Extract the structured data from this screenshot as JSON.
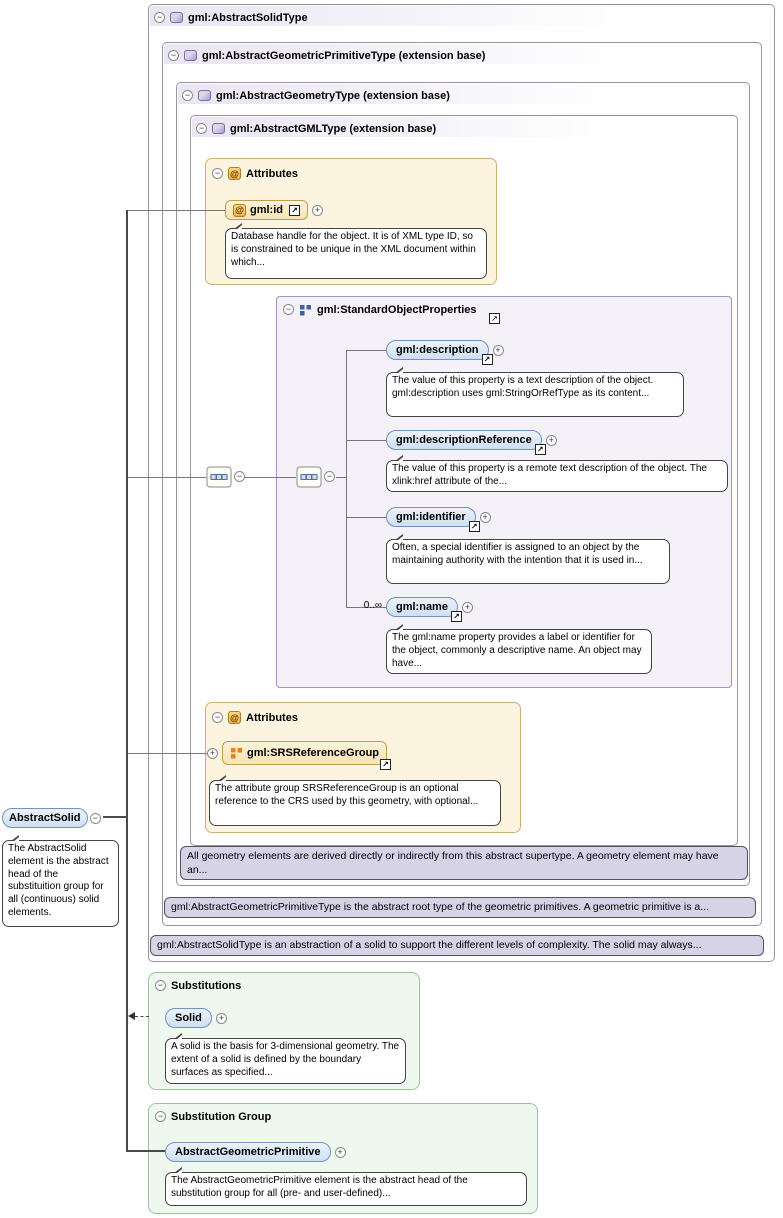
{
  "colors": {
    "element_fill": "#dbe7f6",
    "element_border": "#7392bd",
    "attr_fill": "#fdf4e0",
    "attr_border": "#cbb079",
    "doc_purple": "#d7d3e7",
    "type_icon_purple": "#a99bce",
    "green_fill": "#eef8ee",
    "green_border": "#a0c0a0"
  },
  "glyphs": {
    "collapse": "−",
    "expand": "+",
    "link": "↗",
    "at": "@"
  },
  "types": {
    "solid_type": {
      "label": "gml:AbstractSolidType",
      "doc": "gml:AbstractSolidType is an abstraction of a solid to support the different levels of complexity. The solid may always..."
    },
    "geometric_primitive_type": {
      "label": "gml:AbstractGeometricPrimitiveType (extension base)",
      "doc": "gml:AbstractGeometricPrimitiveType is the abstract root type of the geometric primitives. A geometric primitive is a..."
    },
    "geometry_type": {
      "label": "gml:AbstractGeometryType (extension base)",
      "doc": "All geometry elements are derived directly or indirectly from this abstract supertype. A geometry element may have an..."
    },
    "gml_type": {
      "label": "gml:AbstractGMLType (extension base)"
    }
  },
  "gml_attributes": {
    "header": "Attributes",
    "id": {
      "label": "gml:id",
      "doc": "Database handle for the object. It is of XML type ID, so is constrained to be unique in the XML document within which..."
    }
  },
  "standard_object_properties": {
    "label": "gml:StandardObjectProperties",
    "elements": [
      {
        "label": "gml:description",
        "doc": "The value of this property is a text description of the object. gml:description uses gml:StringOrRefType as its content..."
      },
      {
        "label": "gml:descriptionReference",
        "doc": "The value of this property is a remote text description of the object. The xlink:href attribute of the..."
      },
      {
        "label": "gml:identifier",
        "doc": "Often, a special identifier is assigned to an object by the maintaining authority with the intention that it is used in..."
      },
      {
        "label": "gml:name",
        "cardinality": "0..∞",
        "doc": "The gml:name property provides a label or identifier for the object, commonly a descriptive name. An object may have..."
      }
    ]
  },
  "geometry_attributes": {
    "header": "Attributes",
    "srs_reference_group": {
      "label": "gml:SRSReferenceGroup",
      "doc": "The attribute group SRSReferenceGroup is an optional reference to the CRS used by this geometry, with optional..."
    }
  },
  "element": {
    "label": "AbstractSolid",
    "doc": "The AbstractSolid element is the abstract head of the substituition group for all (continuous) solid elements."
  },
  "substitutions": {
    "header": "Substitutions",
    "solid": {
      "label": "Solid",
      "doc": "A solid is the basis for 3-dimensional geometry. The extent of a solid is defined by the boundary surfaces as specified..."
    }
  },
  "substitution_group": {
    "header": "Substitution Group",
    "member": {
      "label": "AbstractGeometricPrimitive",
      "doc": "The AbstractGeometricPrimitive element is the abstract head of the substitution group for all (pre- and user-defined)..."
    }
  }
}
